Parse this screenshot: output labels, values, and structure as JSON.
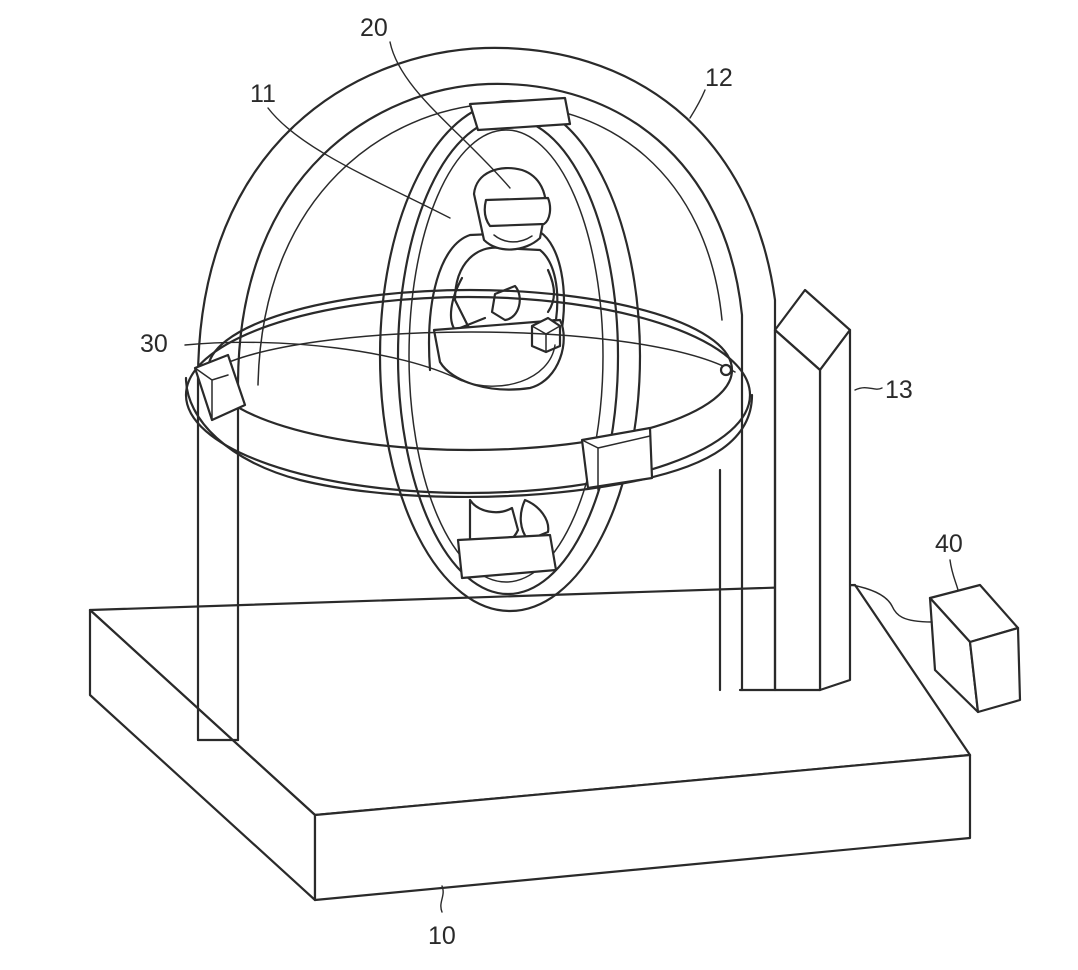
{
  "figure": {
    "reference_labels": {
      "base": "10",
      "cockpit": "11",
      "outer_arch": "12",
      "support_column": "13",
      "headset": "20",
      "controller": "30",
      "control_unit": "40"
    }
  },
  "colors": {
    "line": "#2a2a2a",
    "background": "#ffffff"
  }
}
